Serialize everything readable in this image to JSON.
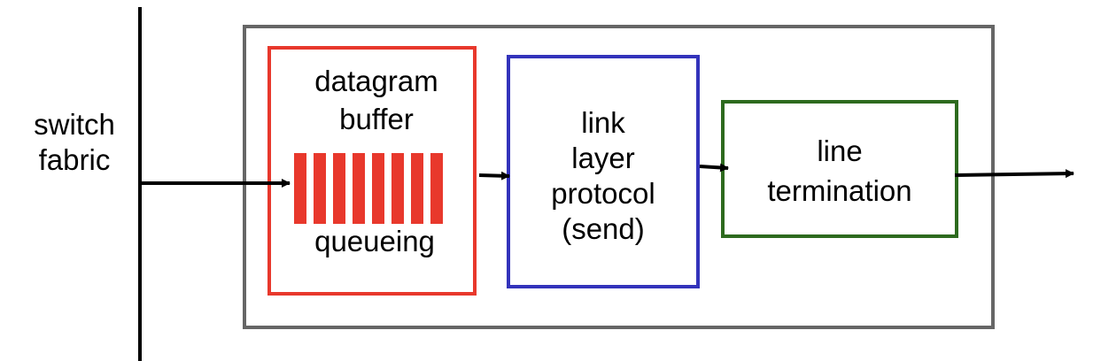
{
  "colors": {
    "outer_box": "#666666",
    "buffer_box": "#e8382c",
    "queue_bars": "#e8382c",
    "link_layer_box": "#3333bb",
    "line_termination_box": "#2d6a1e",
    "lines": "#000000"
  },
  "switch_fabric": {
    "line1": "switch",
    "line2": "fabric"
  },
  "buffer": {
    "title_line1": "datagram",
    "title_line2": "buffer",
    "queue_label": "queueing",
    "queued_packets": 8
  },
  "link_layer": {
    "line1": "link",
    "line2": "layer",
    "line3": "protocol",
    "line4": "(send)"
  },
  "line_termination": {
    "line1": "line",
    "line2": "termination"
  }
}
